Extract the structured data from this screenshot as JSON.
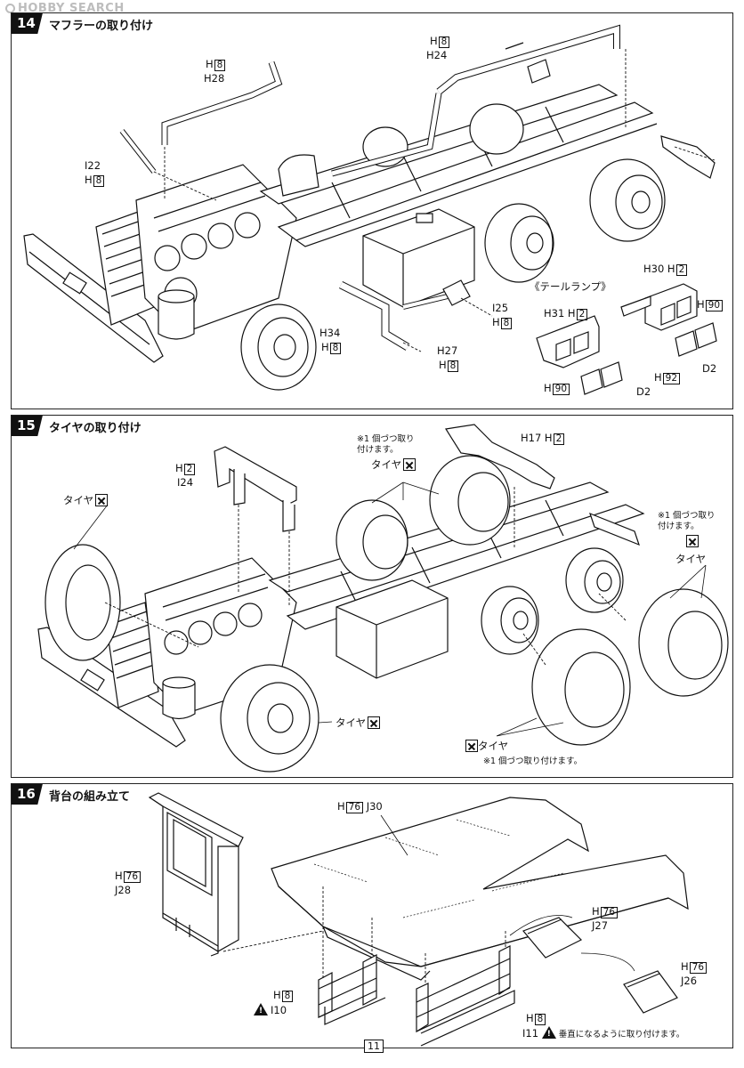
{
  "watermark": "HOBBY SEARCH",
  "page_number": "11",
  "steps": [
    {
      "number": "14",
      "title": "マフラーの取り付け",
      "labels": {
        "h28_top": "H",
        "h28_top_box": "8",
        "h28": "H28",
        "h24_top": "H",
        "h24_top_box": "8",
        "h24": "H24",
        "i22": "I22",
        "i22_sub": "H",
        "i22_sub_box": "8",
        "i25": "I25",
        "i25_sub": "H",
        "i25_sub_box": "8",
        "h34": "H34",
        "h34_sub": "H",
        "h34_sub_box": "8",
        "h27": "H27",
        "h27_sub": "H",
        "h27_sub_box": "8",
        "tail_lamp": "《テールランプ》",
        "h30": "H30 H",
        "h30_box": "2",
        "h31": "H31 H",
        "h31_box": "2",
        "h90_right": "H",
        "h90_right_box": "90",
        "h92": "H",
        "h92_box": "92",
        "d2_right": "D2",
        "h90_left": "H",
        "h90_left_box": "90",
        "d2_left": "D2"
      }
    },
    {
      "number": "15",
      "title": "タイヤの取り付け",
      "labels": {
        "h2": "H",
        "h2_box": "2",
        "i24": "I24",
        "note_top": "※1 個づつ取り",
        "note_top2": "付けます。",
        "tire_top": "タイヤ",
        "h17": "H17 H",
        "h17_box": "2",
        "tire_left": "タイヤ",
        "note_right": "※1 個づつ取り",
        "note_right2": "付けます。",
        "tire_right": "タイヤ",
        "tire_front": "タイヤ",
        "tire_bottom": "タイヤ",
        "note_bottom": "※1 個づつ取り付けます。"
      }
    },
    {
      "number": "16",
      "title": "背台の組み立て",
      "labels": {
        "j30_top": "H",
        "j30_top_box": "76",
        "j30": "J30",
        "j28_top": "H",
        "j28_top_box": "76",
        "j28": "J28",
        "j27_top": "H",
        "j27_top_box": "76",
        "j27": "J27",
        "j26_top": "H",
        "j26_top_box": "76",
        "j26": "J26",
        "i10_top": "H",
        "i10_top_box": "8",
        "i10": "I10",
        "i11_top": "H",
        "i11_top_box": "8",
        "i11": "I11",
        "warning_note": "垂直になるように取り付けます。"
      }
    }
  ]
}
